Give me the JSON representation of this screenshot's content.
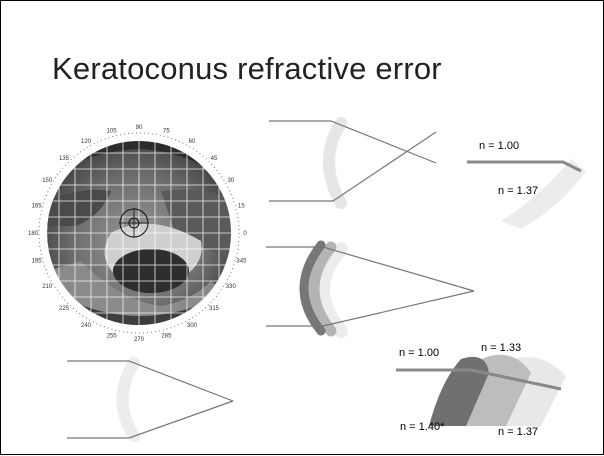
{
  "slide": {
    "title": "Keratoconus refractive error"
  },
  "topography": {
    "degree_labels": [
      "0",
      "15",
      "30",
      "45",
      "60",
      "75",
      "90",
      "105",
      "120",
      "135",
      "150",
      "165",
      "180",
      "195",
      "210",
      "225",
      "240",
      "255",
      "270",
      "285",
      "300",
      "315",
      "330",
      "345"
    ]
  },
  "labels": {
    "n_air_top": "n = 1.00",
    "n_cornea_top": "n = 1.37",
    "n_air_bottom": "n = 1.00",
    "n_aqueous": "n = 1.33",
    "n_cone": "n = 1.40*",
    "n_cornea_bottom": "n = 1.37"
  }
}
